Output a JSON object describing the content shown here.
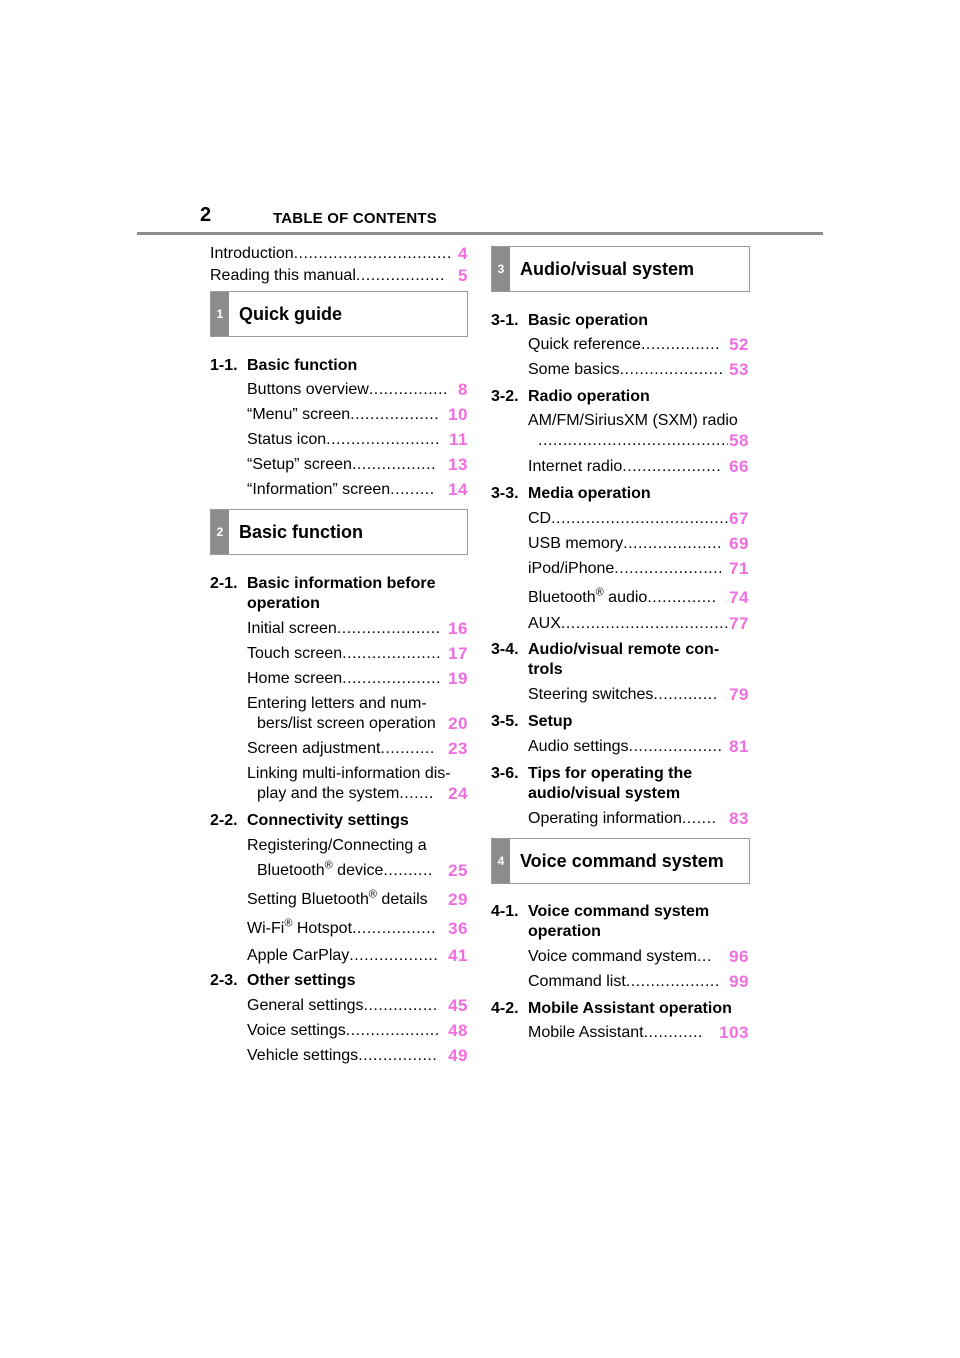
{
  "header": {
    "page_number": "2",
    "title": "TABLE OF CONTENTS"
  },
  "left": {
    "intro": [
      {
        "text": "Introduction",
        "dots": "................................",
        "page": "4"
      },
      {
        "text": "Reading this manual",
        "dots": "..................",
        "page": "5"
      }
    ],
    "box1": {
      "tab": "1",
      "label": "Quick guide"
    },
    "h11": {
      "num": "1-1.",
      "title": "Basic function"
    },
    "items11": [
      {
        "text": "Buttons overview",
        "dots": "................",
        "page": "8"
      },
      {
        "text": "“Menu” screen",
        "dots": "..................",
        "page": "10"
      },
      {
        "text": "Status icon",
        "dots": ".......................",
        "page": "11"
      },
      {
        "text": "“Setup” screen",
        "dots": ".................",
        "page": "13"
      },
      {
        "text": "“Information” screen",
        "dots": ".........",
        "page": "14"
      }
    ],
    "box2": {
      "tab": "2",
      "label": "Basic function"
    },
    "h21": {
      "num": "2-1.",
      "title_line1": "Basic information before",
      "title_line2": "operation"
    },
    "items21": [
      {
        "text": "Initial screen",
        "dots": ".....................",
        "page": "16"
      },
      {
        "text": "Touch screen",
        "dots": "....................",
        "page": "17"
      },
      {
        "text": "Home screen",
        "dots": "....................",
        "page": "19"
      }
    ],
    "entering": {
      "line1": "Entering letters and num-",
      "line2": "bers/list screen operation",
      "page": "20"
    },
    "screen_adj": {
      "text": "Screen adjustment",
      "dots": "...........",
      "page": "23"
    },
    "linking": {
      "line1": "Linking multi-information dis-",
      "line2": "play and the system",
      "dots": ".......",
      "page": "24"
    },
    "h22": {
      "num": "2-2.",
      "title": "Connectivity settings"
    },
    "registering": {
      "line1": "Registering/Connecting a",
      "line2a": "Bluetooth",
      "reg": "®",
      "line2b": " device",
      "dots": "..........",
      "page": "25"
    },
    "setting_bt": {
      "texta": "Setting Bluetooth",
      "reg": "®",
      "textb": " details",
      "page": "29"
    },
    "wifi": {
      "texta": "Wi-Fi",
      "reg": "®",
      "textb": " Hotspot",
      "dots": ".................",
      "page": "36"
    },
    "carplay": {
      "text": "Apple CarPlay",
      "dots": "..................",
      "page": "41"
    },
    "h23": {
      "num": "2-3.",
      "title": "Other settings"
    },
    "items23": [
      {
        "text": "General settings",
        "dots": "...............",
        "page": "45"
      },
      {
        "text": "Voice settings",
        "dots": "...................",
        "page": "48"
      },
      {
        "text": "Vehicle settings",
        "dots": "................",
        "page": "49"
      }
    ]
  },
  "right": {
    "box3": {
      "tab": "3",
      "label": "Audio/visual system"
    },
    "h31": {
      "num": "3-1.",
      "title": "Basic operation"
    },
    "items31": [
      {
        "text": "Quick reference",
        "dots": "................",
        "page": "52"
      },
      {
        "text": "Some basics",
        "dots": ".....................",
        "page": "53"
      }
    ],
    "h32": {
      "num": "3-2.",
      "title": "Radio operation"
    },
    "amfm": {
      "line1": "AM/FM/SiriusXM (SXM) radio",
      "dots": ".......................................",
      "page": "58"
    },
    "internet": {
      "text": "Internet radio",
      "dots": "....................",
      "page": "66"
    },
    "h33": {
      "num": "3-3.",
      "title": "Media operation"
    },
    "items33": [
      {
        "text": "CD",
        "dots": "....................................",
        "page": "67"
      },
      {
        "text": "USB memory",
        "dots": "....................",
        "page": "69"
      },
      {
        "text": "iPod/iPhone",
        "dots": "......................",
        "page": "71"
      }
    ],
    "bt_audio": {
      "texta": "Bluetooth",
      "reg": "®",
      "textb": " audio",
      "dots": "..............",
      "page": "74"
    },
    "aux": {
      "text": "AUX",
      "dots": "..................................",
      "page": "77"
    },
    "h34": {
      "num": "3-4.",
      "title_line1": "Audio/visual remote con-",
      "title_line2": "trols"
    },
    "steering": {
      "text": "Steering switches",
      "dots": ".............",
      "page": "79"
    },
    "h35": {
      "num": "3-5.",
      "title": "Setup"
    },
    "audio_settings": {
      "text": "Audio settings",
      "dots": "...................",
      "page": "81"
    },
    "h36": {
      "num": "3-6.",
      "title_line1": "Tips for operating the",
      "title_line2": "audio/visual system"
    },
    "operating": {
      "text": "Operating information",
      "dots": ".......",
      "page": "83"
    },
    "box4": {
      "tab": "4",
      "label": "Voice command system"
    },
    "h41": {
      "num": "4-1.",
      "title_line1": "Voice command system",
      "title_line2": "operation"
    },
    "items41": [
      {
        "text": "Voice command system",
        "dots": "...",
        "page": "96"
      },
      {
        "text": "Command list",
        "dots": "...................",
        "page": "99"
      }
    ],
    "h42": {
      "num": "4-2.",
      "title": "Mobile Assistant operation"
    },
    "mobile": {
      "text": "Mobile Assistant",
      "dots": "............",
      "page": "103"
    }
  }
}
